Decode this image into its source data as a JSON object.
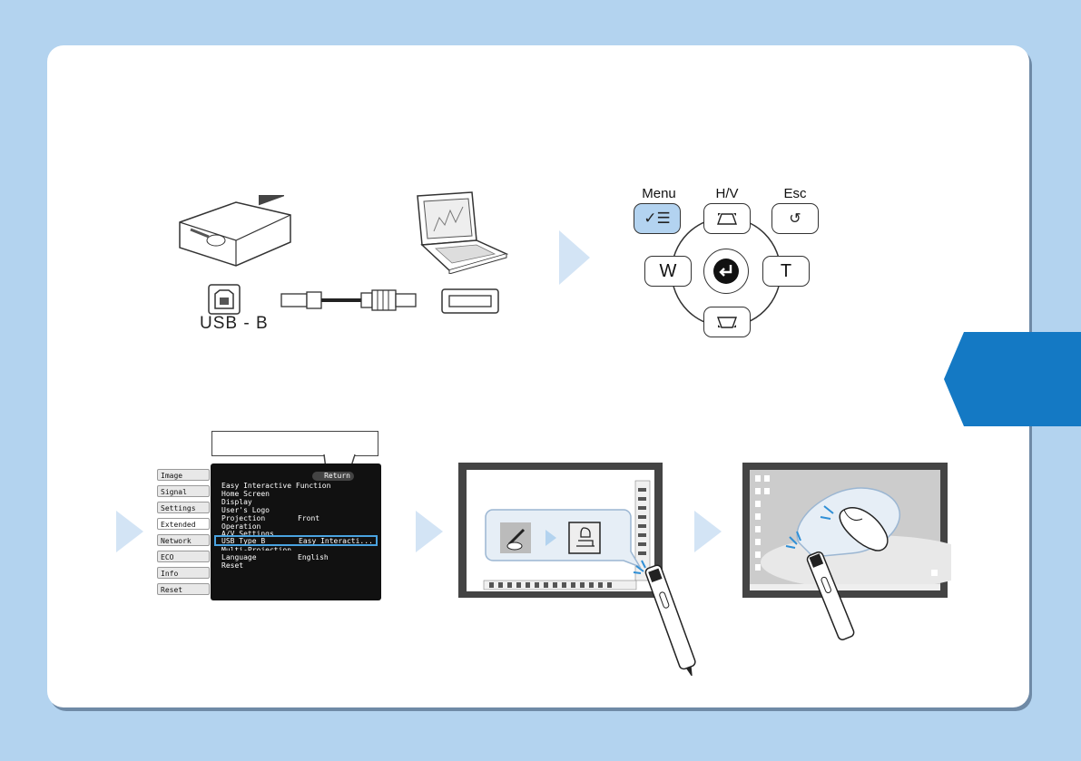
{
  "colors": {
    "background": "#b3d3ef",
    "card": "#ffffff",
    "tab_blue": "#1479c4",
    "arrow": "#d3e4f5",
    "highlight": "#4aa3e0",
    "menu_button_fill": "#b3d3f0"
  },
  "step1": {
    "port_label": "USB - B",
    "icons": [
      "projector-icon",
      "laptop-icon",
      "usb-b-port-icon",
      "usb-cable-icon",
      "usb-a-port-icon"
    ]
  },
  "remote": {
    "menu_label": "Menu",
    "hv_label": "H/V",
    "esc_label": "Esc",
    "w_label": "W",
    "t_label": "T"
  },
  "menu": {
    "tabs": [
      "Image",
      "Signal",
      "Settings",
      "Extended",
      "Network",
      "ECO",
      "Info",
      "Reset"
    ],
    "return_label": "Return",
    "items": [
      {
        "label": "Easy Interactive Function",
        "value": ""
      },
      {
        "label": "Home Screen",
        "value": ""
      },
      {
        "label": "Display",
        "value": ""
      },
      {
        "label": "User's Logo",
        "value": ""
      },
      {
        "label": "Projection",
        "value": "Front"
      },
      {
        "label": "Operation",
        "value": ""
      },
      {
        "label": "A/V Settings",
        "value": ""
      },
      {
        "label": "USB Type B",
        "value": "Easy Interacti..."
      },
      {
        "label": "Multi-Projection",
        "value": ""
      },
      {
        "label": "Language",
        "value": "English"
      },
      {
        "label": "Reset",
        "value": ""
      }
    ]
  }
}
